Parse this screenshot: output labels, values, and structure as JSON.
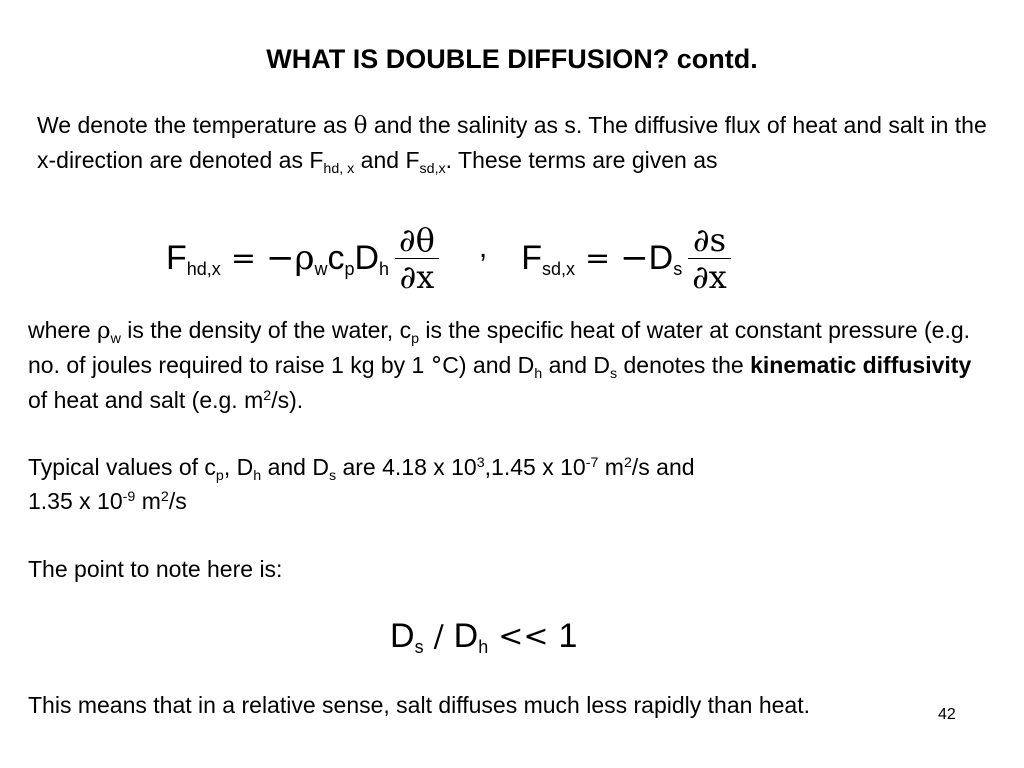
{
  "title": "WHAT IS DOUBLE DIFFUSION? contd.",
  "p1": {
    "a": "We denote the temperature as ",
    "theta": "θ",
    "b": " and the salinity as s.  The diffusive flux of heat and salt in the x-direction are denoted as F",
    "sub1": "hd, x",
    "c": " and F",
    "sub2": "sd,x",
    "d": ".  These terms are given as"
  },
  "eq1": {
    "F": "F",
    "F_sub": "hd,x",
    "eq": "=",
    "minus": "−",
    "rho": "ρ",
    "rho_sub": "w",
    "c": "c",
    "c_sub": "p",
    "D": "D",
    "D_sub": "h",
    "num": "∂θ",
    "den": "∂x",
    "comma": ",",
    "F2": "F",
    "F2_sub": "sd,x",
    "eq2": "=",
    "minus2": "−",
    "D2": "D",
    "D2_sub": "s",
    "num2": "∂s",
    "den2": "∂x"
  },
  "p2": {
    "a": "where ",
    "rho": "ρ",
    "rho_sub": "w",
    "b": " is the density of the water, c",
    "c_sub": "p",
    "c": " is the specific heat of water at constant pressure (e.g. no. of joules required to raise 1 kg by 1 ",
    "deg": "°",
    "d": "C) and D",
    "Dh_sub": "h",
    "e": " and D",
    "Ds_sub": "s",
    "f": " denotes the ",
    "bold": "kinematic diffusivity",
    "g": " of heat and salt (e.g. m",
    "sup": "2",
    "h": "/s)."
  },
  "p3": {
    "a": "Typical values of c",
    "cp_sub": "p",
    "b": ", D",
    "Dh_sub": "h",
    "c": " and D",
    "Ds_sub": "s",
    "d": " are 4.18 x 10",
    "sup1": "3",
    "e": ",1.45 x 10",
    "sup2": "-7",
    "f": " m",
    "sup3": "2",
    "g": "/s and",
    "h": "1.35 x 10",
    "sup4": "-9",
    "i": " m",
    "sup5": "2",
    "j": "/s"
  },
  "p4": "The point to note here is:",
  "eq2": {
    "D": "D",
    "D_sub": "s",
    "slash": "/",
    "D2": "D",
    "D2_sub": "h",
    "ll": "<<",
    "one": "1"
  },
  "p5": "This means that in a relative sense, salt diffuses much less rapidly than heat.",
  "page_number": "42"
}
